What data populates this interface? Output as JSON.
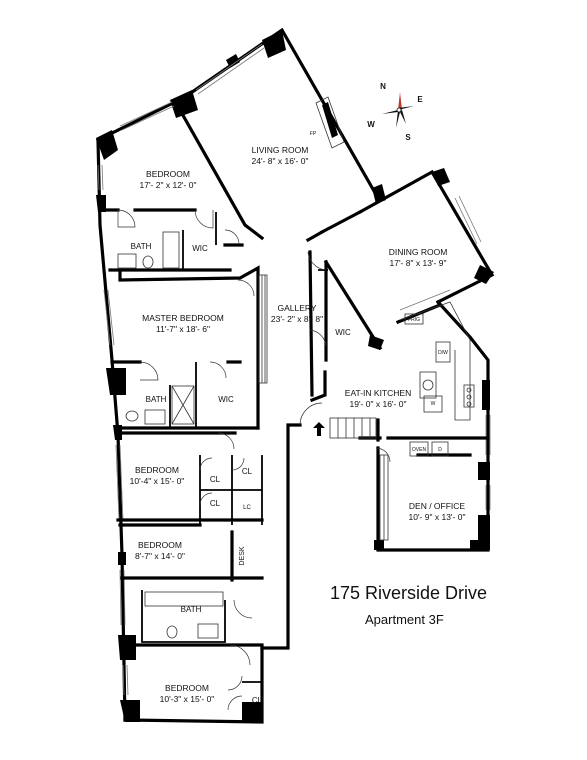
{
  "address": "175 Riverside Drive",
  "unit": "Apartment 3F",
  "compass": {
    "n": "N",
    "e": "E",
    "s": "S",
    "w": "W"
  },
  "rooms": {
    "living": {
      "name": "LIVING ROOM",
      "size": "24'- 8\" x 16'- 0\""
    },
    "bedroom1": {
      "name": "BEDROOM",
      "size": "17'- 2\" x 12'- 0\""
    },
    "dining": {
      "name": "DINING ROOM",
      "size": "17'- 8\" x 13'- 9\""
    },
    "master": {
      "name": "MASTER BEDROOM",
      "size": "11'-7\" x 18'- 6\""
    },
    "gallery": {
      "name": "GALLERY",
      "size": "23'- 2\" x 8'- 8\""
    },
    "kitchen": {
      "name": "EAT-IN KITCHEN",
      "size": "19'- 0\" x 16'- 0\""
    },
    "bedroom2": {
      "name": "BEDROOM",
      "size": "10'-4\" x 15'- 0\""
    },
    "den": {
      "name": "DEN / OFFICE",
      "size": "10'- 9\" x 13'- 0\""
    },
    "bedroom3": {
      "name": "BEDROOM",
      "size": "8'-7\" x 14'- 0\""
    },
    "bedroom4": {
      "name": "BEDROOM",
      "size": "10'-3\" x 15'- 0\""
    }
  },
  "labels": {
    "bath": "BATH",
    "wic": "WIC",
    "cl": "CL",
    "lc": "LC",
    "desk": "DESK",
    "fp": "FP",
    "w": "W",
    "d": "D",
    "dw": "D/W",
    "frig": "FRIG",
    "oven": "OVEN"
  }
}
